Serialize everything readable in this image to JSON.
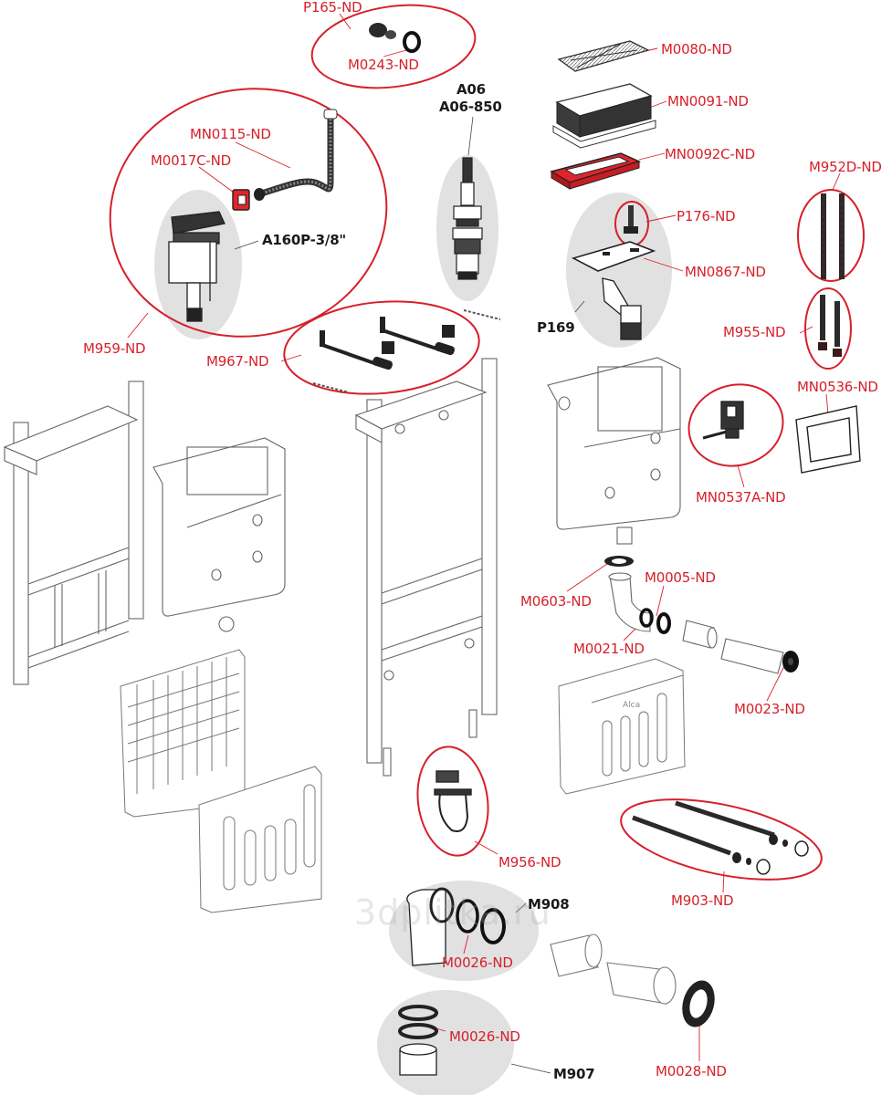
{
  "diagram": {
    "title": "",
    "description": "Exploded parts diagram of a concealed toilet cistern installation frame system",
    "colors": {
      "red_label": "#d6202a",
      "black_label": "#1a1a1a",
      "group_outline": "#d6202a",
      "gray_highlight": "#e1e1e1",
      "line_art": "#555555"
    },
    "watermark": "3dplitka.ru",
    "brand_mark": "Alca",
    "labels": {
      "p165": "P165-ND",
      "m0243": "M0243-ND",
      "a06": "A06",
      "a06_850": "A06-850",
      "m0080": "M0080-ND",
      "mn0091": "MN0091-ND",
      "mn0092c": "MN0092C-ND",
      "mn0115": "MN0115-ND",
      "m0017c": "M0017C-ND",
      "a160p": "A160P-3/8\"",
      "m952d": "M952D-ND",
      "p176": "P176-ND",
      "mn0867": "MN0867-ND",
      "p169": "P169",
      "m955": "M955-ND",
      "m959": "M959-ND",
      "m967": "M967-ND",
      "mn0536": "MN0536-ND",
      "mn0537a": "MN0537A-ND",
      "m0603": "M0603-ND",
      "m0005": "M0005-ND",
      "m0021": "M0021-ND",
      "m0023": "M0023-ND",
      "m956": "M956-ND",
      "m903": "M903-ND",
      "m908": "M908",
      "m0026_a": "M0026-ND",
      "m0026_b": "M0026-ND",
      "m907": "M907",
      "m0028": "M0028-ND"
    }
  }
}
